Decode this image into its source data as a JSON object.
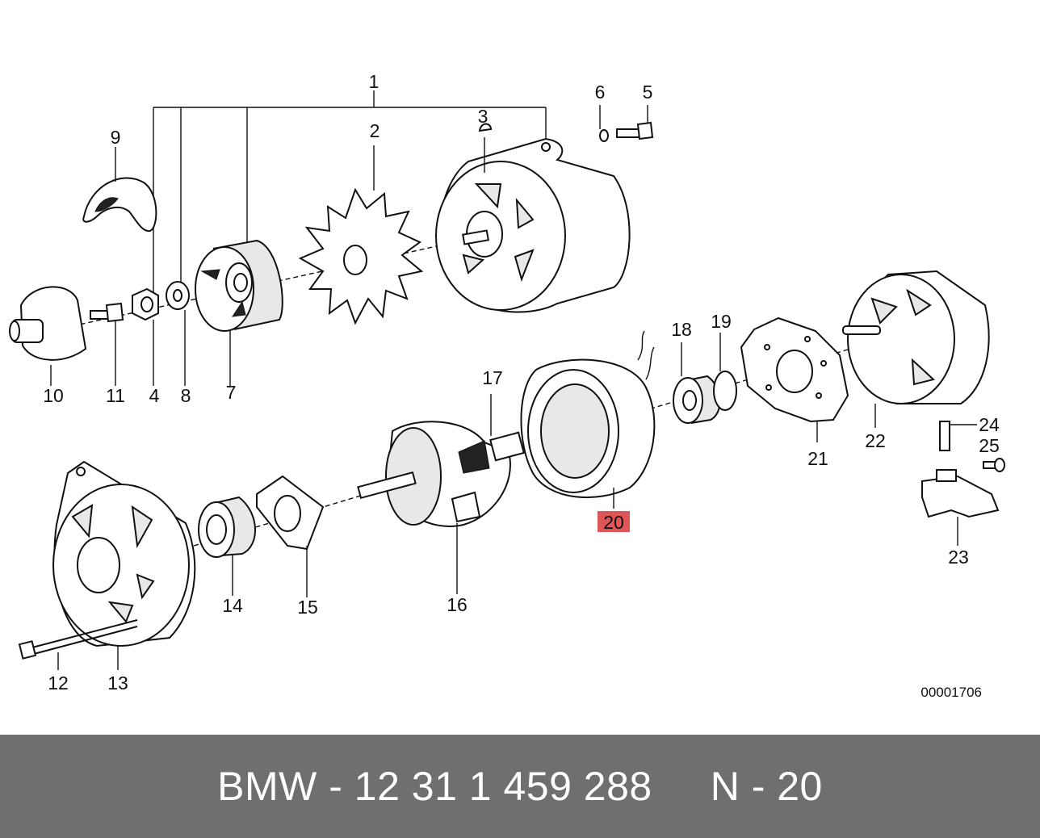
{
  "diagram": {
    "code": "00001706",
    "highlight_color": "#e05555",
    "labels": {
      "l1": "1",
      "l2": "2",
      "l3": "3",
      "l4": "4",
      "l5": "5",
      "l6": "6",
      "l7": "7",
      "l8": "8",
      "l9": "9",
      "l10": "10",
      "l11": "11",
      "l12": "12",
      "l13": "13",
      "l14": "14",
      "l15": "15",
      "l16": "16",
      "l17": "17",
      "l18": "18",
      "l19": "19",
      "l20": "20",
      "l21": "21",
      "l22": "22",
      "l23": "23",
      "l24": "24",
      "l25": "25"
    }
  },
  "footer": {
    "part_number": "BMW - 12 31 1 459 288",
    "position": "N - 20",
    "background": "#6f6f6f"
  }
}
